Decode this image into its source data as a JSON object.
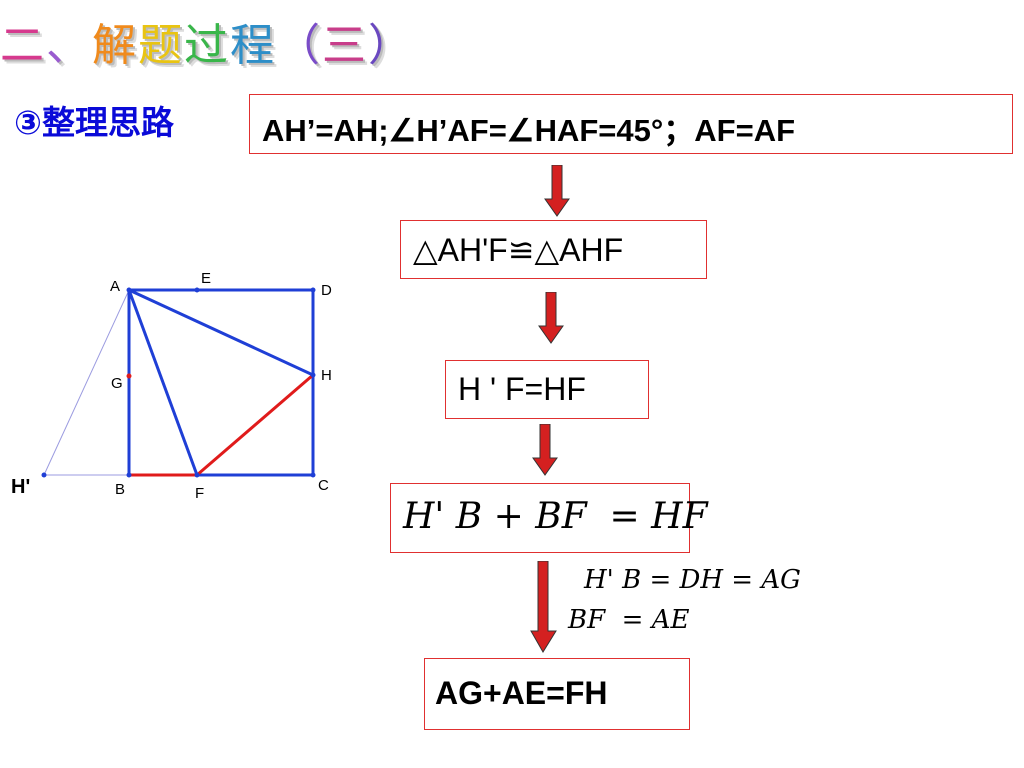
{
  "title": {
    "chars": [
      {
        "ch": "二",
        "color": "#d63a8e"
      },
      {
        "ch": "、",
        "color": "#9a5bd0"
      },
      {
        "ch": "解",
        "color": "#f08a1c"
      },
      {
        "ch": "题",
        "color": "#e9c412"
      },
      {
        "ch": "过",
        "color": "#39b64a"
      },
      {
        "ch": "程",
        "color": "#2d8ec8"
      },
      {
        "ch": "（",
        "color": "#7a4cc8"
      },
      {
        "ch": "三",
        "color": "#c83d8a"
      },
      {
        "ch": "）",
        "color": "#6a48c0"
      }
    ]
  },
  "subhead": "③整理思路",
  "steps": {
    "s1": "AH’=AH;∠H’AF=∠HAF=45°；AF=AF",
    "s2": "△AH'F≌△AHF",
    "s3": "H ' F=HF",
    "s4": "H' B + BF  = HF",
    "note1": "H' B = DH = AG",
    "note2": "BF  = AE",
    "s5": "AG+AE=FH"
  },
  "figure": {
    "labels": {
      "A": "A",
      "E": "E",
      "D": "D",
      "G": "G",
      "H": "H",
      "C": "C",
      "B": "B",
      "F": "F",
      "Hp": "H'"
    },
    "colors": {
      "square": "#1f3fd6",
      "red": "#e01b1b",
      "helper": "#9b9be0"
    }
  },
  "colors": {
    "box_border": "#e03030",
    "arrow_fill": "#d42020",
    "subhead": "#0a0ad8"
  }
}
